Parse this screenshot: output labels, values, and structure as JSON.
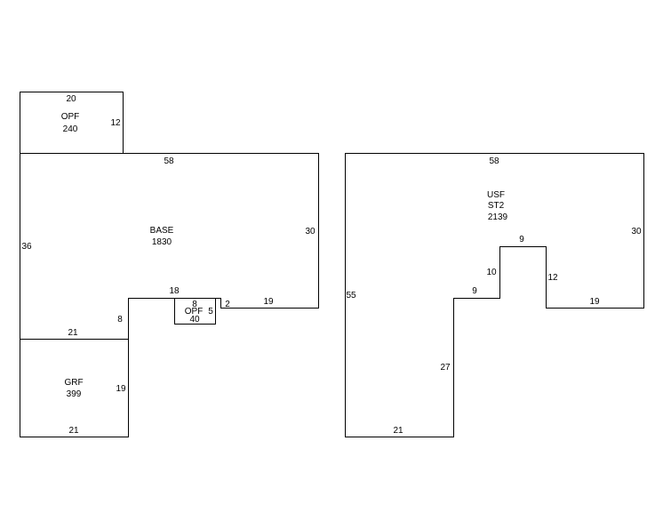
{
  "areas": [
    {
      "id": "opf_top",
      "code": "OPF",
      "value": "240",
      "dims": [
        "20",
        "12"
      ]
    },
    {
      "id": "base",
      "code": "BASE",
      "value": "1830",
      "dims": [
        "58",
        "30",
        "19",
        "2",
        "18",
        "8",
        "21",
        "36"
      ]
    },
    {
      "id": "opf_small",
      "code": "OPF",
      "value": "40",
      "dims": [
        "8",
        "5"
      ]
    },
    {
      "id": "grf",
      "code": "GRF",
      "value": "399",
      "dims": [
        "19",
        "21"
      ]
    },
    {
      "id": "usf",
      "code": "USF",
      "code2": "ST2",
      "value": "2139",
      "dims": [
        "58",
        "30",
        "19",
        "12",
        "9",
        "10",
        "9",
        "27",
        "21",
        "55"
      ]
    }
  ]
}
